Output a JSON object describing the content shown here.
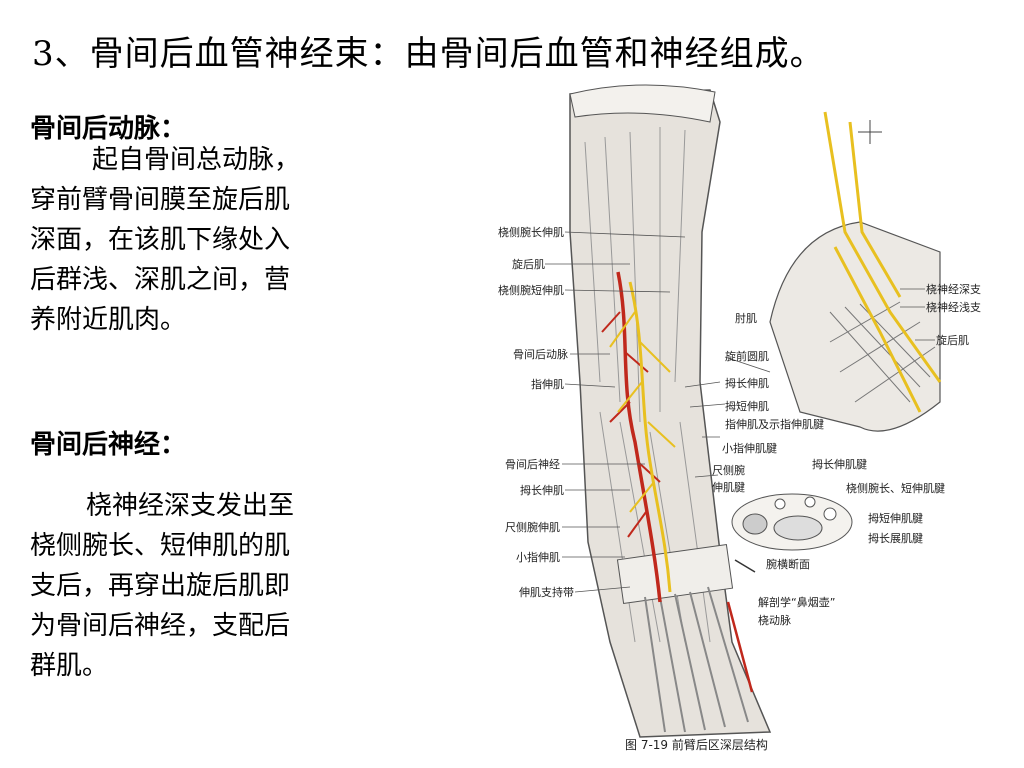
{
  "slide": {
    "title": "3、骨间后血管神经束：由骨间后血管和神经组成。"
  },
  "sections": [
    {
      "heading": "骨间后动脉：",
      "lines": [
        "起自骨间总动脉，",
        "穿前臂骨间膜至旋后肌",
        "深面，在该肌下缘处入",
        "后群浅、深肌之间，营",
        "养附近肌肉。"
      ]
    },
    {
      "heading": "骨间后神经：",
      "lines": [
        "桡神经深支发出至",
        "桡侧腕长、短伸肌的肌",
        "支后，再穿出旋后肌即",
        "为骨间后神经，支配后",
        "群肌。"
      ]
    }
  ],
  "figure": {
    "caption": "图 7-19 前臂后区深层结构",
    "labels_left": [
      "桡侧腕长伸肌",
      "旋后肌",
      "桡侧腕短伸肌",
      "骨间后动脉",
      "指伸肌",
      "骨间后神经",
      "拇长伸肌",
      "尺侧腕伸肌",
      "小指伸肌",
      "伸肌支持带"
    ],
    "labels_mid": [
      "肘肌",
      "旋前圆肌",
      "拇长伸肌",
      "拇短伸肌",
      "指伸肌及示指伸肌腱",
      "小指伸肌腱",
      "尺侧腕",
      "伸肌腱",
      "腕横断面",
      "解剖学“鼻烟壶”",
      "桡动脉"
    ],
    "labels_right": [
      "桡神经深支",
      "桡神经浅支",
      "旋后肌",
      "拇长伸肌腱",
      "桡侧腕长、短伸肌腱",
      "拇短伸肌腱",
      "拇长展肌腱"
    ],
    "colors": {
      "nerve": "#e8c020",
      "artery": "#c0281c",
      "muscle": "#e6e2dc",
      "line": "#555555"
    }
  }
}
